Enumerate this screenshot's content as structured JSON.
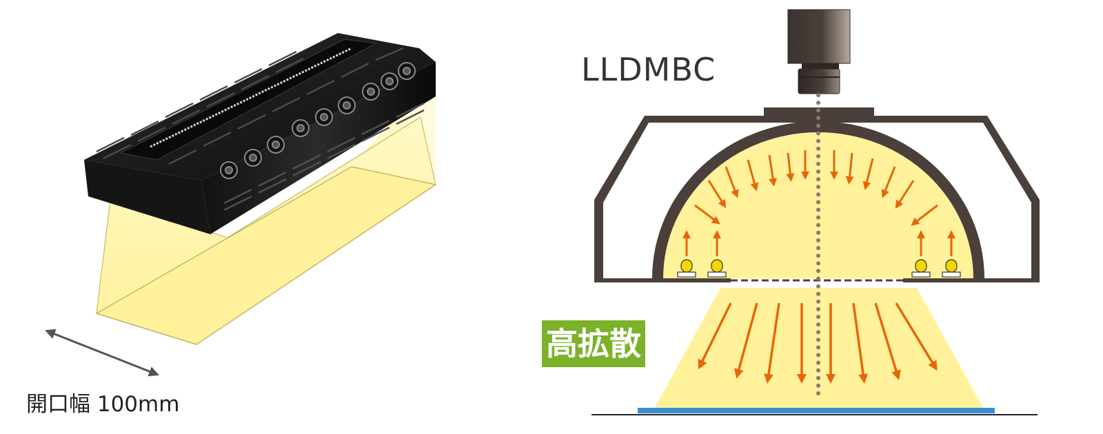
{
  "product": {
    "model": "LLDMBC",
    "aperture_label": "開口幅 100mm",
    "feature_badge": "高拡散"
  },
  "colors": {
    "housing": "#4a3f3a",
    "light_fill": "#fff29a",
    "light_fill_pale": "#fff6b8",
    "arrow": "#e8650a",
    "badge_bg": "#7cb12a",
    "camera_dark": "#3b3330",
    "camera_light": "#b8a9a0",
    "workpiece": "#3a8fd0",
    "unit_body": "#1c1c1c"
  },
  "icons": {
    "camera": "camera-icon",
    "led": "led-icon",
    "dimension_arrow": "double-arrow-icon",
    "cooling_fan": "fan-icon"
  }
}
